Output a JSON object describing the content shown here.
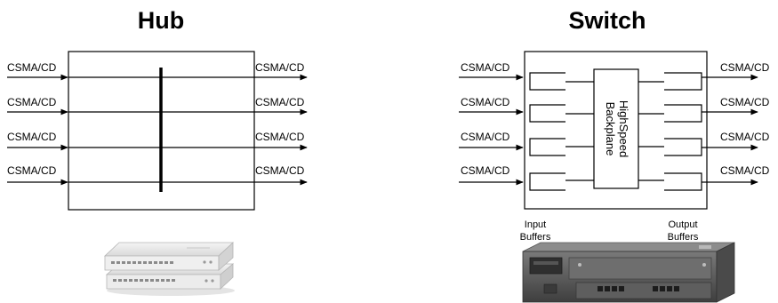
{
  "hub": {
    "title": "Hub",
    "inputs": [
      "CSMA/CD",
      "CSMA/CD",
      "CSMA/CD",
      "CSMA/CD"
    ],
    "outputs": [
      "CSMA/CD",
      "CSMA/CD",
      "CSMA/CD",
      "CSMA/CD"
    ]
  },
  "switch": {
    "title": "Switch",
    "inputs": [
      "CSMA/CD",
      "CSMA/CD",
      "CSMA/CD",
      "CSMA/CD"
    ],
    "outputs": [
      "CSMA/CD",
      "CSMA/CD",
      "CSMA/CD",
      "CSMA/CD"
    ],
    "backplane_line1": "HighSpeed",
    "backplane_line2": "Backplane",
    "input_buffers_line1": "Input",
    "input_buffers_line2": "Buffers",
    "output_buffers_line1": "Output",
    "output_buffers_line2": "Buffers"
  },
  "colors": {
    "line": "#000000",
    "device_light": "#e6e6e6",
    "device_dark": "#5a5a5a"
  }
}
